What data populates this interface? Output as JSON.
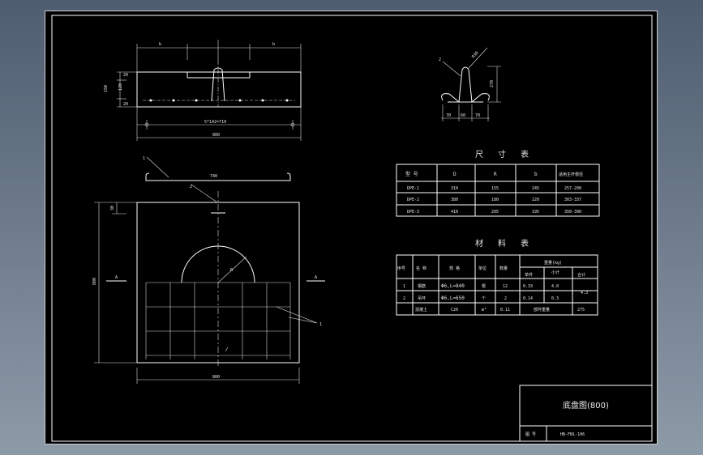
{
  "top_view": {
    "dim_b": "b",
    "dim_height": "150",
    "dim_20a": "20",
    "dim_120": "120",
    "dim_20b": "20",
    "dim_spacing": "5*142=710",
    "dim_width": "800"
  },
  "section_view": {
    "callout_2": "2",
    "callout_r": "R30",
    "dim_h": "270",
    "dim_d1": "70",
    "dim_d2": "60",
    "dim_d3": "70"
  },
  "plan_view": {
    "callout_1": "1",
    "callout_2": "2",
    "dim_740": "740",
    "dim_30": "30",
    "dim_800v": "800",
    "dim_800h": "800",
    "section_a_left": "A",
    "section_a_right": "A",
    "callout_1b": "1",
    "center_r": "R"
  },
  "size_table": {
    "title": "尺 寸 表",
    "headers": [
      "型 号",
      "D",
      "R",
      "b",
      "适用主杆根径"
    ],
    "rows": [
      [
        "DPE-1",
        "310",
        "155",
        "245",
        "257-290"
      ],
      [
        "DPE-2",
        "380",
        "180",
        "220",
        "303-337"
      ],
      [
        "DPE-3",
        "410",
        "205",
        "195",
        "350-390"
      ]
    ]
  },
  "material_table": {
    "title": "材 料 表",
    "headers": [
      "序号",
      "名 称",
      "规 格",
      "单位",
      "数量"
    ],
    "weight_header": "重量(kg)",
    "weight_sub": [
      "单件",
      "小计",
      "合计"
    ],
    "rows": [
      [
        "1",
        "钢筋",
        "Φ6,L=840",
        "根",
        "12",
        "0.33",
        "4.0"
      ],
      [
        "2",
        "吊环",
        "Φ6,L=650",
        "个",
        "2",
        "0.14",
        "0.3"
      ],
      [
        "",
        "混凝土",
        "C20",
        "m³",
        "0.11",
        "",
        ""
      ]
    ],
    "total_steel": "4.3",
    "part_weight_label": "部件重量",
    "part_weight": "275"
  },
  "title_block": {
    "drawing_name": "底盘图(800)",
    "drawing_no_label": "图 号",
    "drawing_no": "HB-FN1-106"
  }
}
